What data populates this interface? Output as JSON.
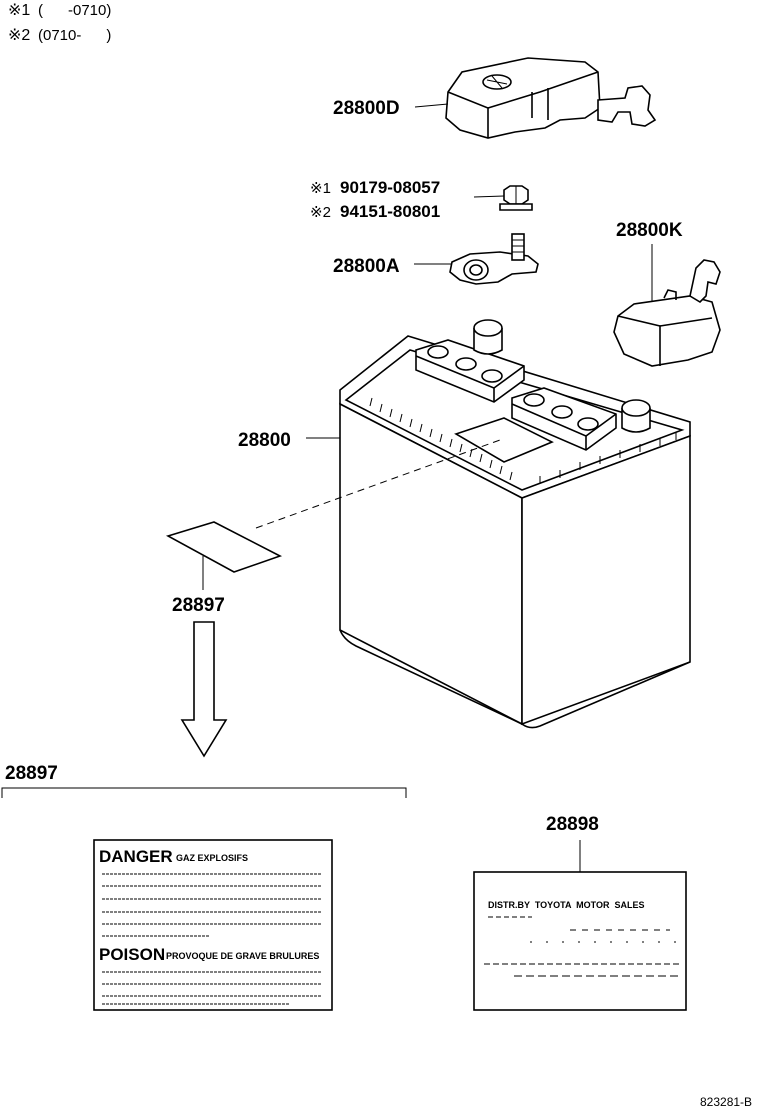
{
  "notes": [
    {
      "mark": "※1",
      "range": "(      -0710)"
    },
    {
      "mark": "※2",
      "range": "(0710-      )"
    }
  ],
  "parts": {
    "terminal_cover_d": "28800D",
    "nut_1": "90179-08057",
    "nut_2": "94151-80801",
    "clamp_a": "28800A",
    "terminal_cover_k": "28800K",
    "battery": "28800",
    "label_small": "28897",
    "label_section": "28897",
    "label_distr": "28898"
  },
  "danger_label": {
    "title_1": "DANGER",
    "subtitle_1": "GAZ EXPLOSIFS",
    "title_2": "POISON",
    "subtitle_2": "PROVOQUE DE GRAVE BRULURES"
  },
  "distr_label": {
    "text": "DISTR.BY  TOYOTA  MOTOR  SALES"
  },
  "figure_id": "823281-B"
}
